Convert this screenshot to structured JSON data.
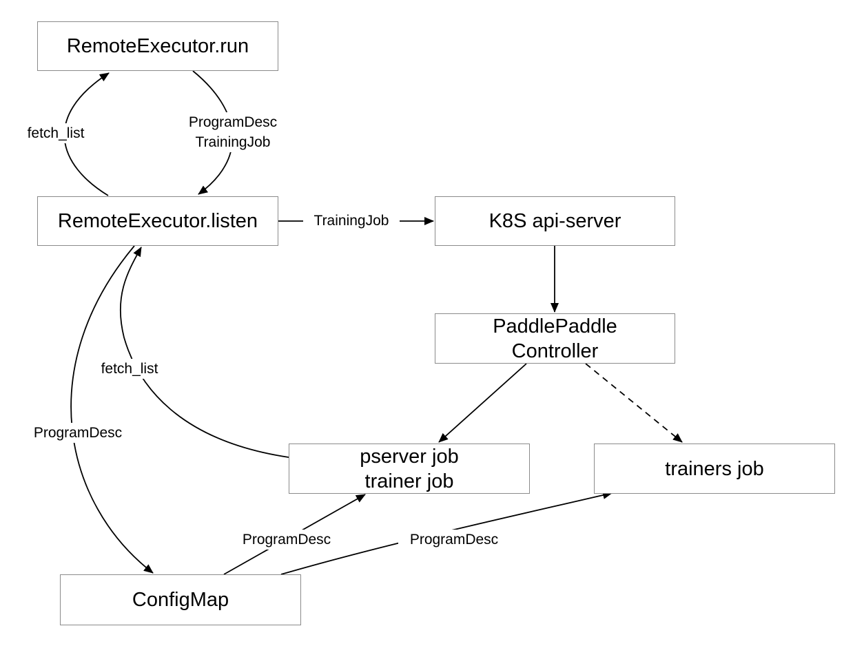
{
  "nodes": {
    "run": {
      "label": "RemoteExecutor.run"
    },
    "listen": {
      "label": "RemoteExecutor.listen"
    },
    "k8s": {
      "label": "K8S api-server"
    },
    "controller": {
      "line1": "PaddlePaddle",
      "line2": "Controller"
    },
    "pserver": {
      "line1": "pserver job",
      "line2": "trainer job"
    },
    "trainers": {
      "label": "trainers job"
    },
    "configmap": {
      "label": "ConfigMap"
    }
  },
  "edge_labels": {
    "run_fetch": "fetch_list",
    "run_desc1": "ProgramDesc",
    "run_desc2": "TrainingJob",
    "to_k8s": "TrainingJob",
    "listen_fetch": "fetch_list",
    "listen_desc": "ProgramDesc",
    "cm_pserver": "ProgramDesc",
    "cm_trainers": "ProgramDesc"
  }
}
